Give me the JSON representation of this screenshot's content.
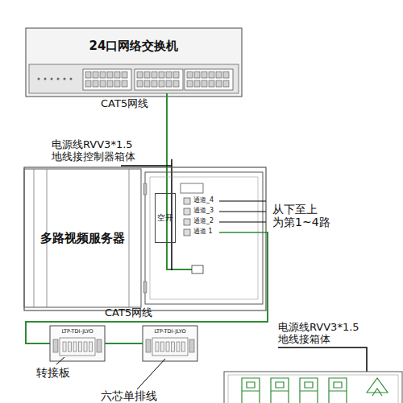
{
  "diagram": {
    "nodes": [
      {
        "text": [
          "24口网络交换机"
        ]
      },
      {
        "text": [
          "多路视频服务器"
        ]
      },
      {
        "text": [
          "空开"
        ]
      },
      {
        "text": [
          "LTP-TDI-JLYO"
        ]
      },
      {
        "text": [
          "LTP-TDI-JLYO"
        ]
      }
    ],
    "edges": [
      {
        "from": 3,
        "to": 4,
        "arrow": "none"
      }
    ],
    "labels": [
      "CAT5网线",
      "电源线RVV3*1.5 地线接控制器箱体",
      "通道_4",
      "通道_3",
      "通道_2",
      "通道 1",
      "从下至上 为第1~4路",
      "CAT5网线",
      "转接板",
      "六芯单排线",
      "电源线RVV3*1.5 地线接箱体"
    ]
  }
}
